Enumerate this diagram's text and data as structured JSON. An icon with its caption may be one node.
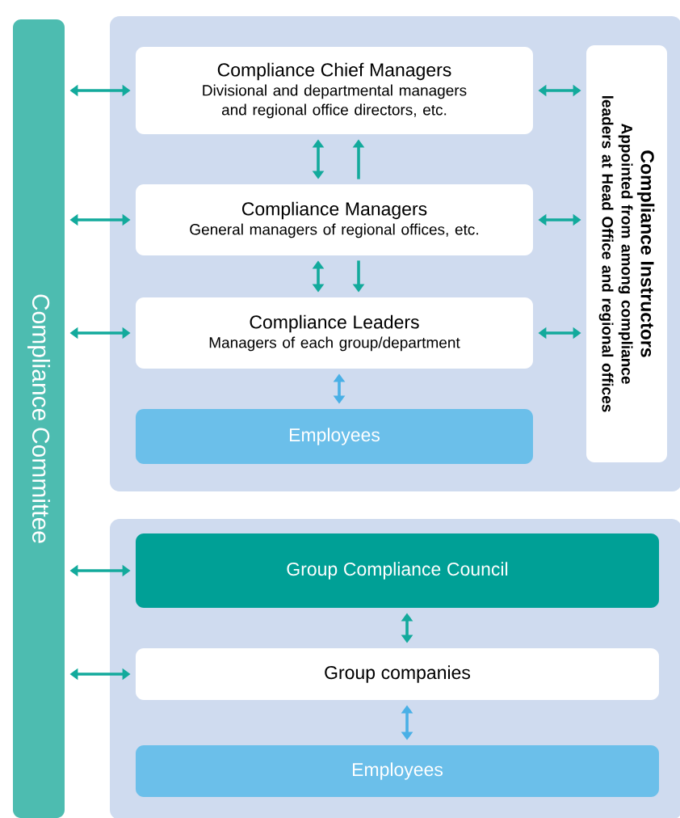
{
  "diagram": {
    "nodes": [
      {
        "text": [
          "Compliance Committee"
        ]
      },
      {
        "text": [],
        "shape": "box"
      },
      {
        "text": [
          "Compliance Chief Managers",
          "Divisional and departmental managers and regional office directors, etc."
        ],
        "in": 1
      },
      {
        "text": [
          "Compliance Managers",
          "General managers of regional offices, etc."
        ],
        "in": 1
      },
      {
        "text": [
          "Compliance Leaders",
          "Managers of each group/department"
        ],
        "in": 1
      },
      {
        "text": [
          "Employees"
        ],
        "in": 1
      },
      {
        "text": [
          "Compliance Instructors",
          "Appointed from among compliance leaders at Head Office and regional offices"
        ],
        "in": 1
      },
      {
        "text": [],
        "shape": "box"
      },
      {
        "text": [
          "Group Compliance Council"
        ],
        "in": 7
      },
      {
        "text": [
          "Group companies"
        ],
        "in": 7
      },
      {
        "text": [
          "Employees"
        ],
        "in": 7
      }
    ],
    "edges": [
      {
        "from": 0,
        "to": 2,
        "arrow": "both"
      },
      {
        "from": 0,
        "to": 3,
        "arrow": "both"
      },
      {
        "from": 0,
        "to": 4,
        "arrow": "both"
      },
      {
        "from": 0,
        "to": 8,
        "arrow": "both"
      },
      {
        "from": 0,
        "to": 9,
        "arrow": "both"
      },
      {
        "from": 2,
        "to": 6,
        "arrow": "both"
      },
      {
        "from": 3,
        "to": 6,
        "arrow": "both"
      },
      {
        "from": 4,
        "to": 6,
        "arrow": "both"
      },
      {
        "from": 2,
        "to": 3,
        "arrow": "both"
      },
      {
        "from": 3,
        "to": 2,
        "arrow": "to"
      },
      {
        "from": 3,
        "to": 4,
        "arrow": "both"
      },
      {
        "from": 3,
        "to": 4,
        "arrow": "to"
      },
      {
        "from": 4,
        "to": 5,
        "arrow": "both",
        "color": "#4ab0e6"
      },
      {
        "from": 8,
        "to": 9,
        "arrow": "both"
      },
      {
        "from": 9,
        "to": 10,
        "arrow": "both",
        "color": "#4ab0e6"
      }
    ]
  }
}
